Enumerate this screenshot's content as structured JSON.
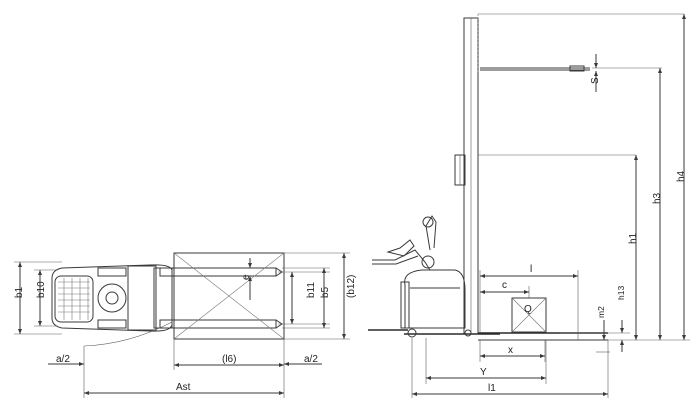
{
  "labels": {
    "b1": "b1",
    "b10": "b10",
    "a2_left": "a/2",
    "ast": "Ast",
    "e": "e",
    "l6": "(l6)",
    "a2_right": "a/2",
    "b11": "b11",
    "b5": "b5",
    "b12": "(b12)",
    "s": "S",
    "h4": "h4",
    "h3": "h3",
    "h1": "h1",
    "h13": "h13",
    "m2": "m2",
    "l": "l",
    "c": "c",
    "q": "Q",
    "x": "x",
    "y": "Y",
    "l1": "l1"
  }
}
